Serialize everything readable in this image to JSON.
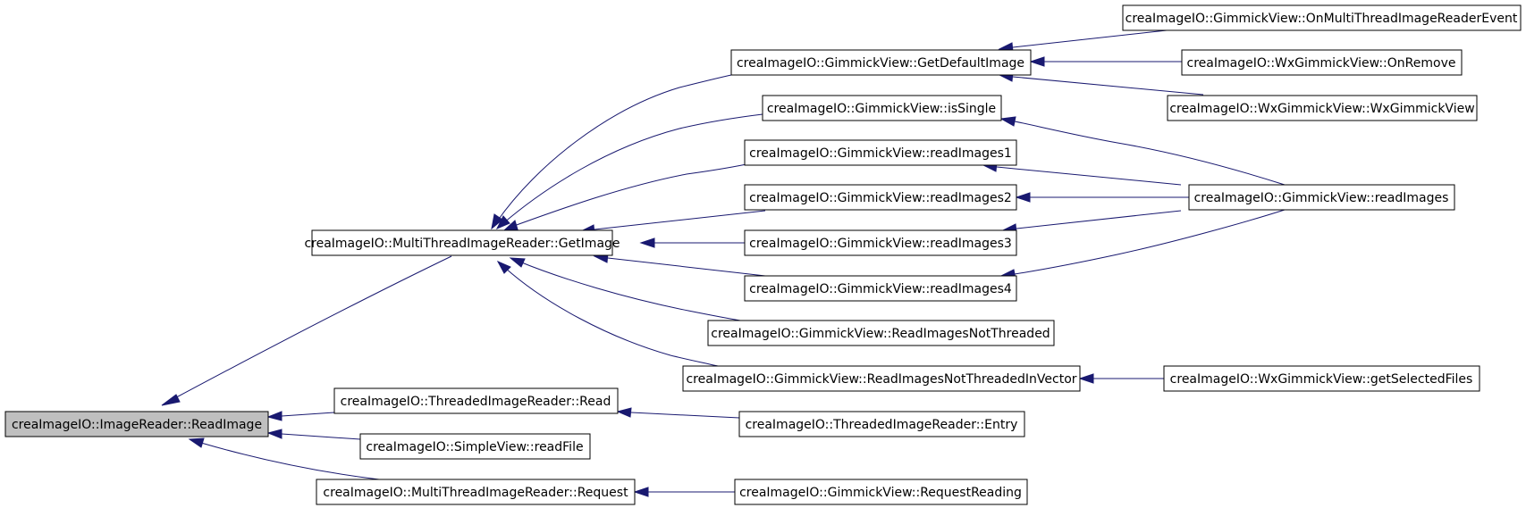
{
  "graph": {
    "nodes": {
      "readimage": "creaImageIO::ImageReader::ReadImage",
      "getimage": "creaImageIO::MultiThreadImageReader::GetImage",
      "tir_read": "creaImageIO::ThreadedImageReader::Read",
      "sv_readfile": "creaImageIO::SimpleView::readFile",
      "mtir_request": "creaImageIO::MultiThreadImageReader::Request",
      "getdefaultimage": "creaImageIO::GimmickView::GetDefaultImage",
      "issingle": "creaImageIO::GimmickView::isSingle",
      "readimages1": "creaImageIO::GimmickView::readImages1",
      "readimages2": "creaImageIO::GimmickView::readImages2",
      "readimages3": "creaImageIO::GimmickView::readImages3",
      "readimages4": "creaImageIO::GimmickView::readImages4",
      "rint": "creaImageIO::GimmickView::ReadImagesNotThreaded",
      "rintv": "creaImageIO::GimmickView::ReadImagesNotThreadedInVector",
      "tir_entry": "creaImageIO::ThreadedImageReader::Entry",
      "requestreading": "creaImageIO::GimmickView::RequestReading",
      "onmultithread": "creaImageIO::GimmickView::OnMultiThreadImageReaderEvent",
      "onremove": "creaImageIO::WxGimmickView::OnRemove",
      "wxgimmickview": "creaImageIO::WxGimmickView::WxGimmickView",
      "readimages": "creaImageIO::GimmickView::readImages",
      "getselectedfiles": "creaImageIO::WxGimmickView::getSelectedFiles"
    },
    "edge_color": "#191970",
    "root_fill": "#bfbfbf"
  }
}
